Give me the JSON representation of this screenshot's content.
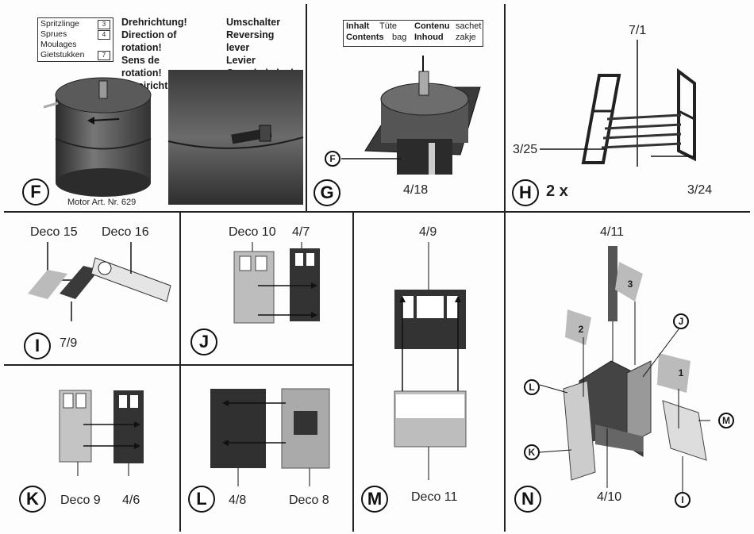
{
  "panel_f": {
    "step": "F",
    "sprues": [
      {
        "lang": "Spritzlinge",
        "num": "3"
      },
      {
        "lang": "Sprues",
        "num": "4"
      },
      {
        "lang": "Moulages",
        "num": ""
      },
      {
        "lang": "Gietstukken",
        "num": "7"
      }
    ],
    "rotation": [
      "Drehrichtung!",
      "Direction of rotation!",
      "Sens de rotation!",
      "Draairichting!"
    ],
    "lever": [
      "Umschalter",
      "Reversing lever",
      "Levier",
      "Omschakelpal"
    ],
    "motor": "Motor Art. Nr. 629"
  },
  "panel_g": {
    "step": "G",
    "content_box": {
      "r1": [
        "Inhalt",
        "Tüte",
        "Contenu",
        "sachet"
      ],
      "r2": [
        "Contents",
        "bag",
        "Inhoud",
        "zakje"
      ]
    },
    "callout": "F",
    "part": "4/18"
  },
  "panel_h": {
    "step": "H",
    "multiplier": "2 x",
    "p1": "7/1",
    "p2": "3/25",
    "p3": "3/24"
  },
  "panel_i": {
    "step": "I",
    "deco15": "Deco 15",
    "deco16": "Deco 16",
    "part": "7/9"
  },
  "panel_j": {
    "step": "J",
    "deco": "Deco 10",
    "part": "4/7"
  },
  "panel_k": {
    "step": "K",
    "deco": "Deco 9",
    "part": "4/6"
  },
  "panel_l": {
    "step": "L",
    "part": "4/8",
    "deco": "Deco 8"
  },
  "panel_m": {
    "step": "M",
    "part": "4/9",
    "deco": "Deco 11"
  },
  "panel_n": {
    "step": "N",
    "top": "4/11",
    "bottom": "4/10",
    "callouts": [
      "J",
      "L",
      "M",
      "K",
      "I"
    ],
    "nums": [
      "3",
      "2",
      "1"
    ]
  }
}
